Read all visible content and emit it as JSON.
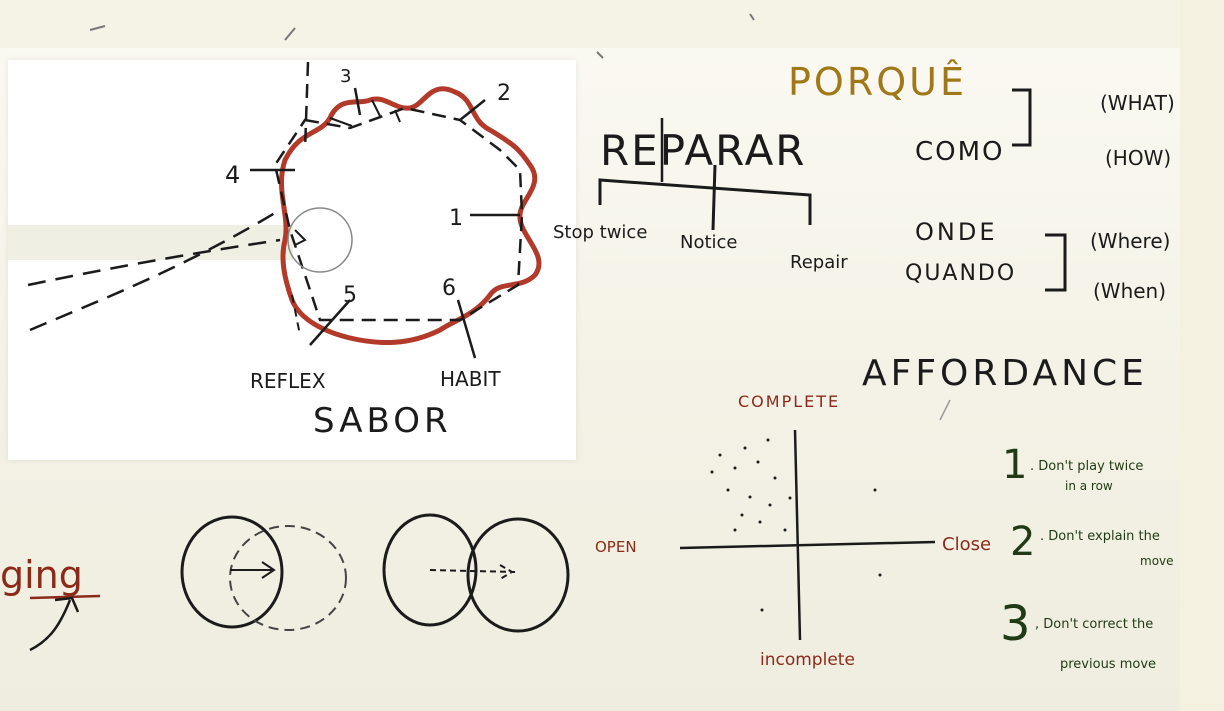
{
  "sabor_diagram": {
    "title": "SABOR",
    "numbers": [
      "1",
      "2",
      "3",
      "4",
      "5",
      "6"
    ],
    "reflex_label": "REFLEX",
    "habit_label": "HABIT"
  },
  "reparar": {
    "title": "REPARAR",
    "branches": [
      "Stop twice",
      "Notice",
      "Repair"
    ]
  },
  "questions": [
    {
      "pt": "PORQUÊ",
      "en": "(WHAT)"
    },
    {
      "pt": "COMO",
      "en": "(HOW)"
    },
    {
      "pt": "ONDE",
      "en": "(Where)"
    },
    {
      "pt": "QUANDO",
      "en": "(When)"
    }
  ],
  "affordance": {
    "title": "AFFORDANCE",
    "axis_top": "COMPLETE",
    "axis_bottom": "incomplete",
    "axis_left": "OPEN",
    "axis_right": "Close"
  },
  "rules": [
    {
      "num": "1",
      "line1": ". Don't play twice",
      "line2": "in a row"
    },
    {
      "num": "2",
      "line1": ". Don't explain the",
      "line2": "move"
    },
    {
      "num": "3",
      "line1": ", Don't correct the",
      "line2": "previous move"
    }
  ],
  "left_fragment": "ging",
  "colors": {
    "ink_black": "#1b1b1b",
    "ink_red": "#b33a2a",
    "ink_gold": "#a07818",
    "ink_green": "#1f3a14",
    "paper": "#ffffff"
  }
}
